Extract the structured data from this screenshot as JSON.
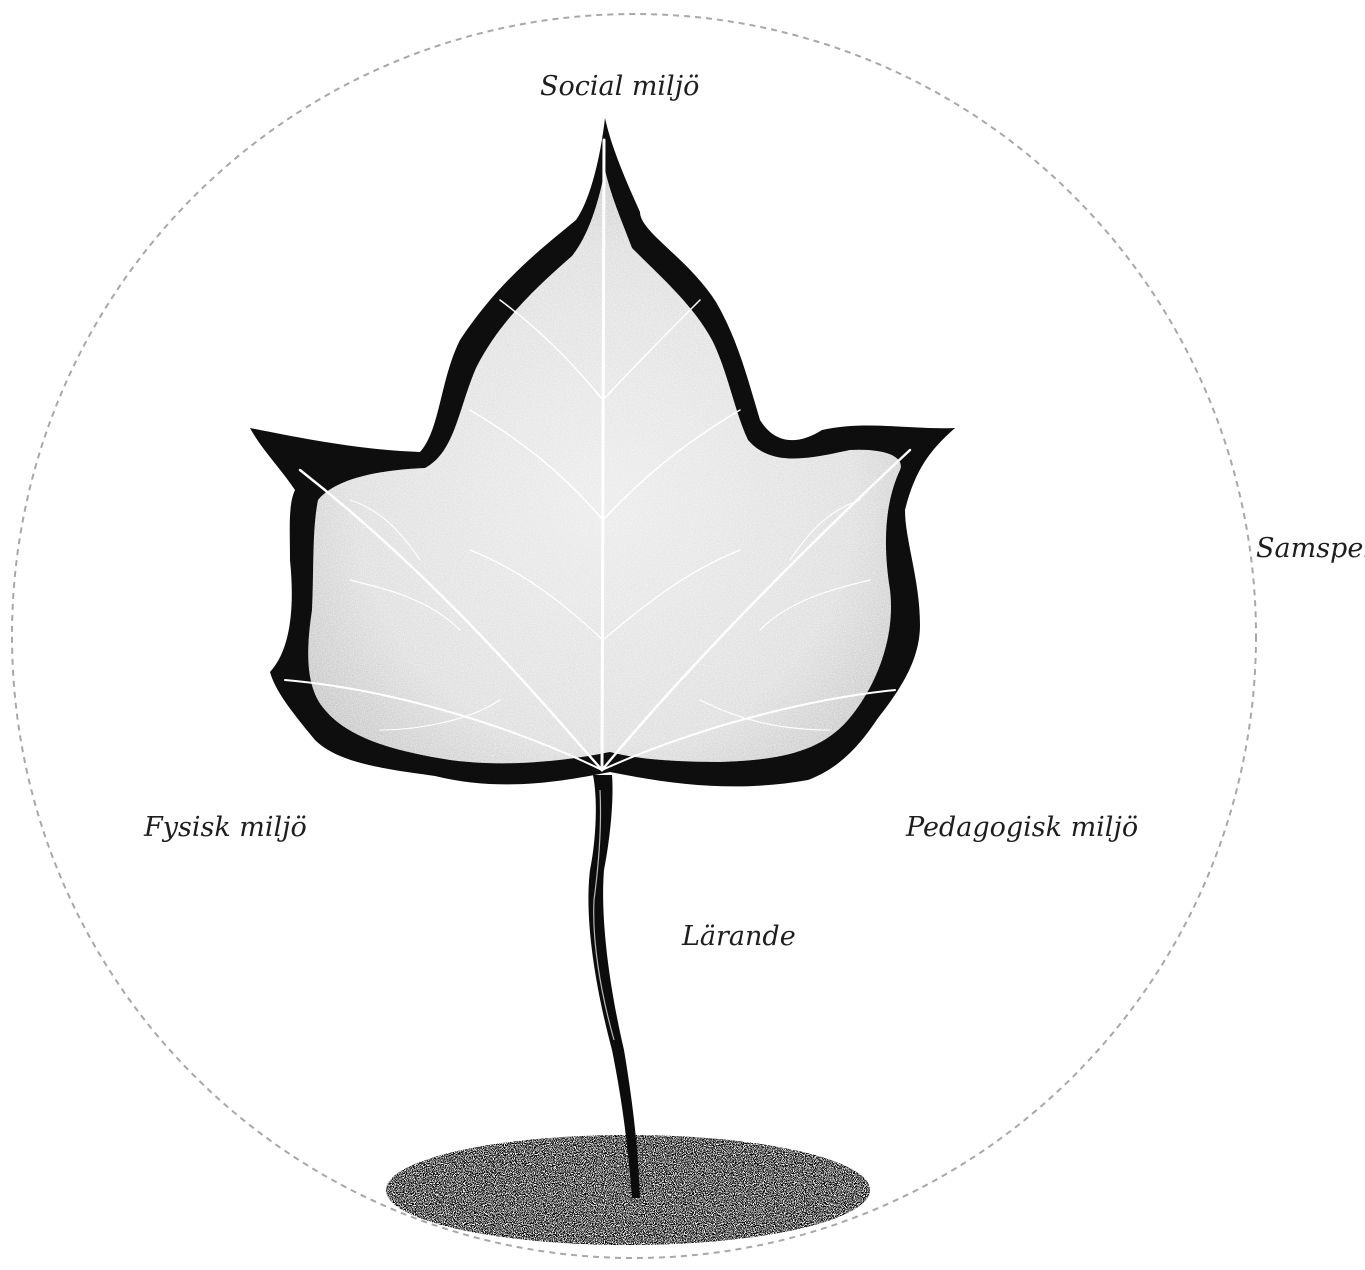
{
  "labels": {
    "social": "Social miljö",
    "samspel": "Samspel",
    "fysisk": "Fysisk miljö",
    "pedagogisk": "Pedagogisk miljö",
    "larande": "Lärande"
  },
  "colors": {
    "circle_stroke": "#a8a8a8",
    "leaf_ink": "#111111",
    "leaf_light": "#ffffff",
    "text": "#1e1e1e"
  }
}
